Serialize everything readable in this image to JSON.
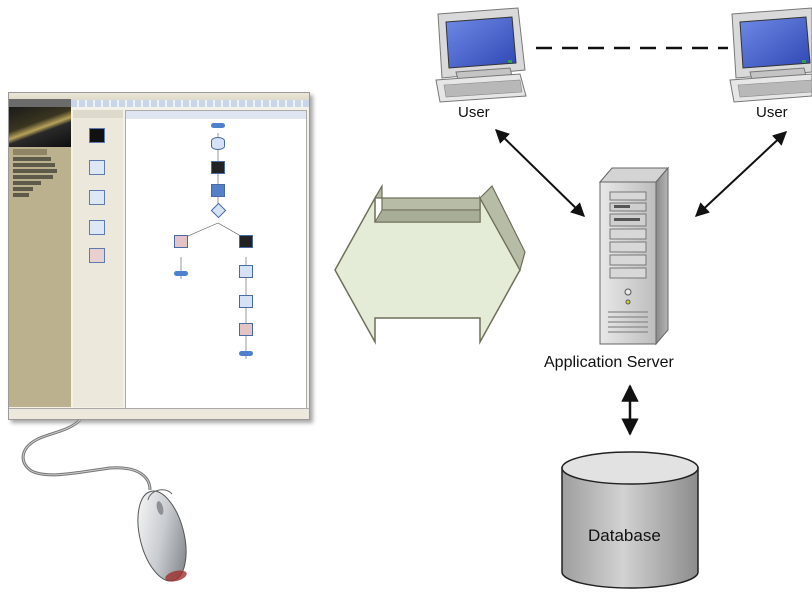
{
  "nodes": {
    "user_left": "User",
    "user_right": "User",
    "app_server": "Application Server",
    "database": "Database"
  },
  "colors": {
    "arrow_fill": "#e4ecd8",
    "arrow_stroke": "#7a7a66",
    "monitor_screen": "#4a6bd2",
    "window_sidebar": "#bcb18e"
  }
}
